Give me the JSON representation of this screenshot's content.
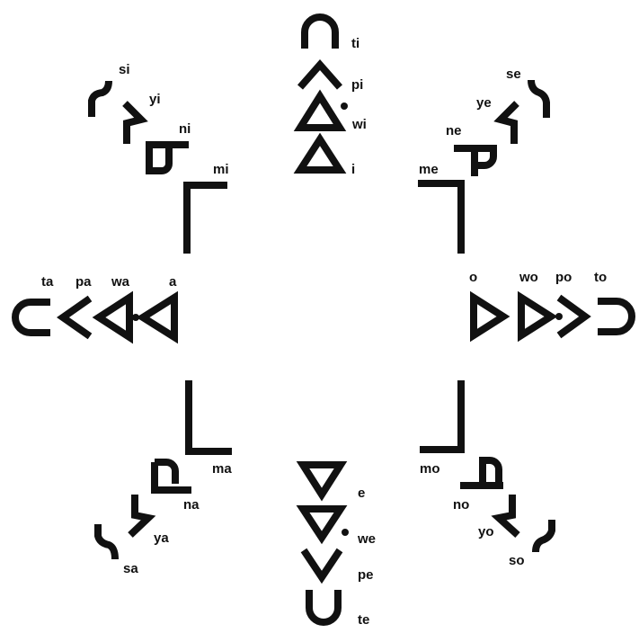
{
  "colors": {
    "ink": "#111111",
    "background": "#ffffff"
  },
  "labels": {
    "ti": "ti",
    "pi": "pi",
    "wi": "wi",
    "i": "i",
    "ta": "ta",
    "pa": "pa",
    "wa": "wa",
    "a": "a",
    "o": "o",
    "wo": "wo",
    "po": "po",
    "to": "to",
    "e": "e",
    "we": "we",
    "pe": "pe",
    "te": "te",
    "si": "si",
    "yi": "yi",
    "ni": "ni",
    "mi": "mi",
    "se": "se",
    "ye": "ye",
    "ne": "ne",
    "me": "me",
    "ma": "ma",
    "na": "na",
    "ya": "ya",
    "sa": "sa",
    "mo": "mo",
    "no": "no",
    "yo": "yo",
    "so": "so"
  }
}
